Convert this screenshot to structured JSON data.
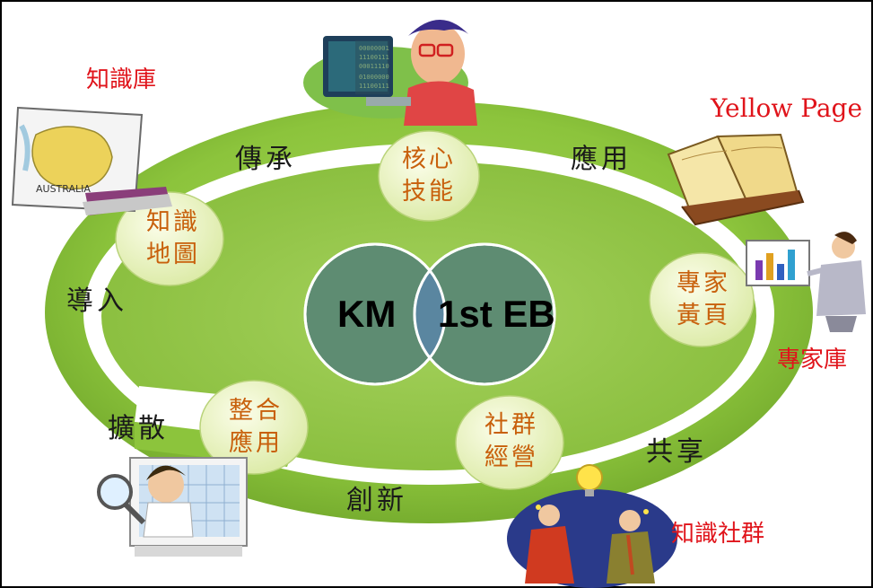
{
  "center": {
    "left_circle": "KM",
    "right_circle": "1st EB"
  },
  "ring_labels": {
    "inherit": "傳承",
    "apply": "應用",
    "introduce": "導入",
    "diffuse": "擴散",
    "innovate": "創新",
    "share": "共享"
  },
  "nodes": {
    "core_skills": [
      "核心",
      "技能"
    ],
    "knowledge_map": [
      "知識",
      "地圖"
    ],
    "expert_pages": [
      "專家",
      "黃頁"
    ],
    "integrated_apply": [
      "整合",
      "應用"
    ],
    "community_ops": [
      "社群",
      "經營"
    ]
  },
  "outer_labels": {
    "knowledge_base": "知識庫",
    "yellow_page": "Yellow Page",
    "expert_base": "專家庫",
    "knowledge_community": "知識社群"
  },
  "colors": {
    "ring": "#8cc43c",
    "ring_dark": "#6fa52a",
    "inner_green": "#94c64a",
    "node_fill": "#eef5c8",
    "node_text": "#c8600c",
    "circle": "#5e8c72",
    "circle_overlap": "#5a86a0",
    "red_label": "#e0141b"
  },
  "icons": {
    "programmer": "programmer-clipart-icon",
    "map": "australia-map-icon",
    "book": "open-book-icon",
    "presenter": "presenter-chart-icon",
    "search": "magnifier-person-icon",
    "idea": "lightbulb-people-icon"
  }
}
